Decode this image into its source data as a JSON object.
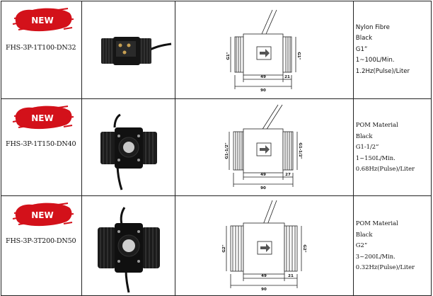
{
  "badge_text": "NEW",
  "colors": {
    "badge_red": "#d3111a",
    "body_black": "#141414",
    "line": "#222222"
  },
  "rows": [
    {
      "model": "FHS-3P-1T100-DN32",
      "diagram": {
        "left_thread": "G1\"",
        "right_thread": "G1\"",
        "dim_a": "49",
        "dim_b": "21",
        "dim_total": "90"
      },
      "specs": [
        "Nylon Fibre",
        "Black",
        "G1”",
        "1~100L/Min.",
        "1.2Hz(Pulse)/Liter"
      ]
    },
    {
      "model": "FHS-3P-1T150-DN40",
      "diagram": {
        "left_thread": "G1-1/2\"",
        "right_thread": "G1-1/2\"",
        "dim_a": "49",
        "dim_b": "27",
        "dim_total": "90"
      },
      "specs": [
        "POM Material",
        "Black",
        "G1-1/2”",
        "1~150L/Min.",
        "0.68Hz(Pulse)/Liter"
      ]
    },
    {
      "model": "FHS-3P-3T200-DN50",
      "diagram": {
        "left_thread": "G2\"",
        "right_thread": "G2\"",
        "dim_a": "49",
        "dim_b": "21",
        "dim_total": "90"
      },
      "specs": [
        "POM Material",
        "Black",
        "G2”",
        "3~200L/Min.",
        "0.32Hz(Pulse)/Liter"
      ]
    }
  ]
}
